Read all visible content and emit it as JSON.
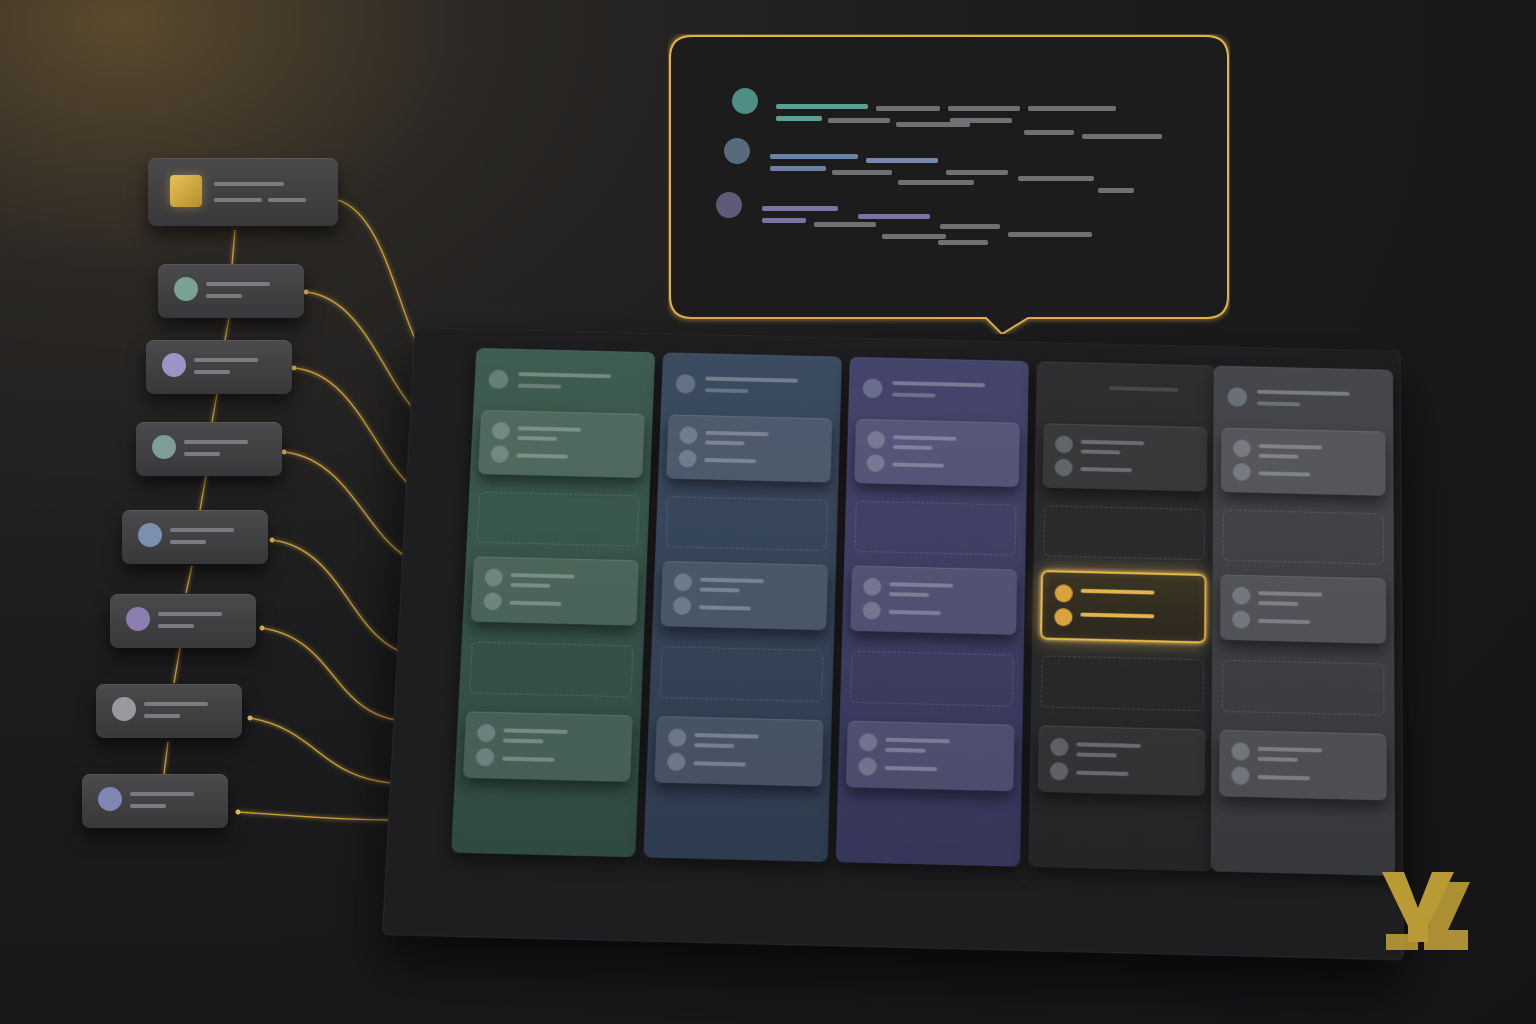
{
  "logo": {
    "icon": "y-monogram-logo",
    "color": "#b99a35"
  },
  "colors": {
    "accent_gold": "#e7b84a",
    "column_fills": [
      "#3f5a4f",
      "#3a4a5e",
      "#43446a",
      "#2b2c2e",
      "#44464c"
    ]
  },
  "stack": {
    "node_count": 8,
    "dot_colors": [
      "#e2bb52",
      "#7aa195",
      "#9b94c4",
      "#7f9c98",
      "#7b90b0",
      "#8c7fb0",
      "#9a9a9e",
      "#7f86b4"
    ]
  },
  "board": {
    "columns": 5,
    "highlighted_column": 4
  }
}
